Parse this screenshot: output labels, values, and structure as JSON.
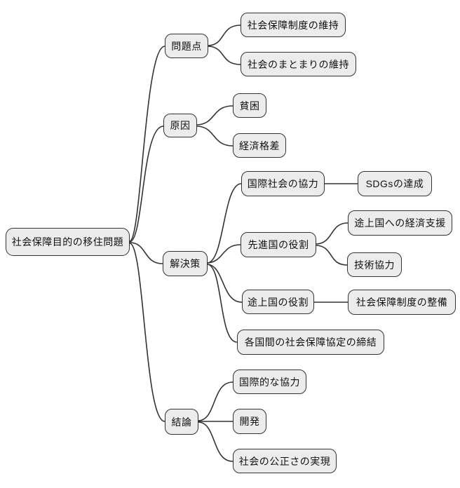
{
  "diagram": {
    "type": "mindmap",
    "colors": {
      "node_fill": "#ececec",
      "node_border": "#333333",
      "link": "#333333",
      "text": "#111111",
      "background": "#ffffff"
    },
    "root": {
      "label": "社会保障目的の移住問題"
    },
    "branches": [
      {
        "label": "問題点",
        "children": [
          {
            "label": "社会保障制度の維持"
          },
          {
            "label": "社会のまとまりの維持"
          }
        ]
      },
      {
        "label": "原因",
        "children": [
          {
            "label": "貧困"
          },
          {
            "label": "経済格差"
          }
        ]
      },
      {
        "label": "解決策",
        "children": [
          {
            "label": "国際社会の協力",
            "children": [
              {
                "label": "SDGsの達成"
              }
            ]
          },
          {
            "label": "先進国の役割",
            "children": [
              {
                "label": "途上国への経済支援"
              },
              {
                "label": "技術協力"
              }
            ]
          },
          {
            "label": "途上国の役割",
            "children": [
              {
                "label": "社会保障制度の整備"
              }
            ]
          },
          {
            "label": "各国間の社会保障協定の締結"
          }
        ]
      },
      {
        "label": "結論",
        "children": [
          {
            "label": "国際的な協力"
          },
          {
            "label": "開発"
          },
          {
            "label": "社会の公正さの実現"
          }
        ]
      }
    ]
  }
}
